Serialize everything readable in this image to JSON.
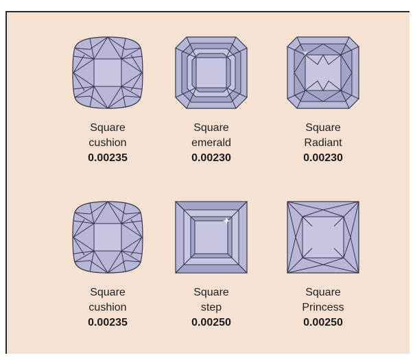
{
  "gems": [
    {
      "shape_line1": "Square",
      "shape_line2": "cushion",
      "value": "0.00235",
      "icon": "square-cushion-gem-icon"
    },
    {
      "shape_line1": "Square",
      "shape_line2": "emerald",
      "value": "0.00230",
      "icon": "square-emerald-gem-icon"
    },
    {
      "shape_line1": "Square",
      "shape_line2": "Radiant",
      "value": "0.00230",
      "icon": "square-radiant-gem-icon"
    },
    {
      "shape_line1": "Square",
      "shape_line2": "cushion",
      "value": "0.00235",
      "icon": "square-cushion-gem-icon"
    },
    {
      "shape_line1": "Square",
      "shape_line2": "step",
      "value": "0.00250",
      "icon": "square-step-gem-icon"
    },
    {
      "shape_line1": "Square",
      "shape_line2": "Princess",
      "value": "0.00250",
      "icon": "square-princess-gem-icon"
    }
  ],
  "colors": {
    "background": "#f6e2d2",
    "gem": "#b8b7d8",
    "outline": "#333447"
  }
}
